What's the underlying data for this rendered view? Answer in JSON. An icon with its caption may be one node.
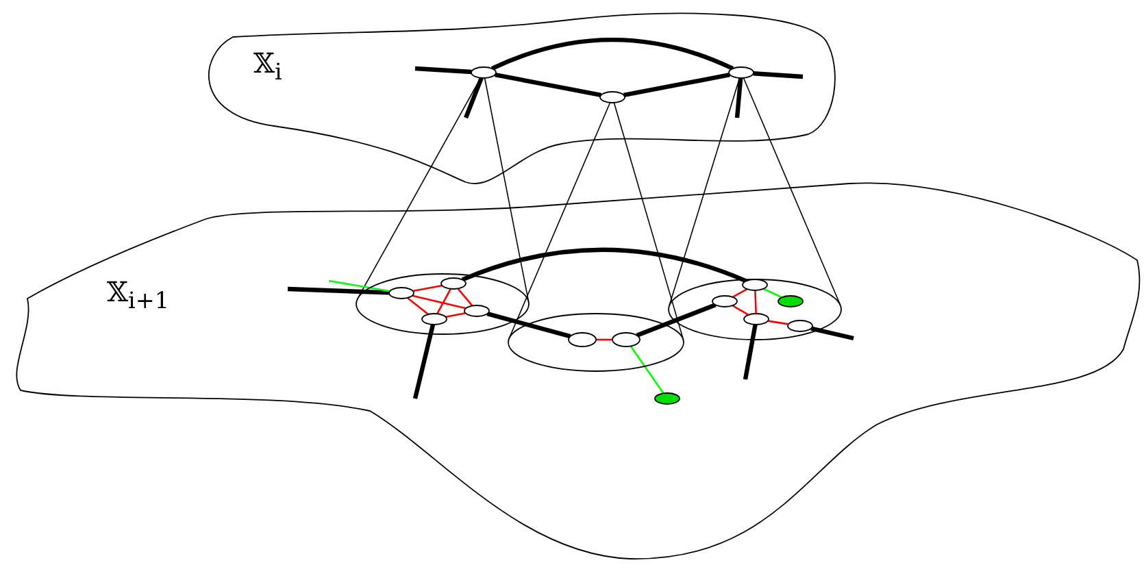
{
  "diagram": {
    "nodes": [
      {
        "text": [
          "𝕏$_{i}$"
        ]
      },
      {
        "text": [
          "𝕏$_{i+1}$"
        ]
      },
      {
        "text": [],
        "shape": "ellipse",
        "in": 0
      },
      {
        "text": [],
        "shape": "ellipse",
        "in": 0
      },
      {
        "text": [],
        "shape": "ellipse",
        "in": 0
      },
      {
        "text": [],
        "shape": "ellipse",
        "in": 1
      },
      {
        "text": [],
        "shape": "ellipse",
        "in": 1
      },
      {
        "text": [],
        "shape": "ellipse",
        "in": 1
      },
      {
        "text": [],
        "shape": "ellipse",
        "in": 5
      },
      {
        "text": [],
        "shape": "ellipse",
        "in": 5
      },
      {
        "text": [],
        "shape": "ellipse",
        "in": 5
      },
      {
        "text": [],
        "shape": "ellipse",
        "in": 5
      },
      {
        "text": [],
        "shape": "ellipse",
        "in": 6
      },
      {
        "text": [],
        "shape": "ellipse",
        "in": 6
      },
      {
        "text": [],
        "shape": "ellipse",
        "in": 7
      },
      {
        "text": [],
        "shape": "ellipse",
        "in": 7
      },
      {
        "text": [],
        "shape": "ellipse",
        "in": 7
      },
      {
        "text": [],
        "shape": "ellipse",
        "in": 7
      },
      {
        "text": [],
        "shape": "ellipse",
        "in": 7
      },
      {
        "text": [],
        "shape": "ellipse",
        "in": 1
      }
    ],
    "edges": [
      {
        "from": 2,
        "to": 4,
        "arrow": "none",
        "style": "thick"
      },
      {
        "from": 2,
        "to": 3,
        "arrow": "none",
        "style": "thick"
      },
      {
        "from": 3,
        "to": 4,
        "arrow": "none",
        "style": "thick"
      },
      {
        "from": null,
        "to": 2,
        "arrow": "none",
        "style": "thick"
      },
      {
        "from": 2,
        "to": null,
        "arrow": "none",
        "style": "thick"
      },
      {
        "from": 4,
        "to": null,
        "arrow": "none",
        "style": "thick"
      },
      {
        "from": 4,
        "to": null,
        "arrow": "none",
        "style": "thick"
      },
      {
        "from": 2,
        "to": 5,
        "arrow": "none"
      },
      {
        "from": 2,
        "to": 5,
        "arrow": "none"
      },
      {
        "from": 3,
        "to": 6,
        "arrow": "none"
      },
      {
        "from": 3,
        "to": 6,
        "arrow": "none"
      },
      {
        "from": 4,
        "to": 7,
        "arrow": "none"
      },
      {
        "from": 4,
        "to": 7,
        "arrow": "none"
      },
      {
        "from": 9,
        "to": 15,
        "arrow": "none",
        "style": "thick"
      },
      {
        "from": 10,
        "to": 12,
        "arrow": "none",
        "style": "thick"
      },
      {
        "from": 13,
        "to": 14,
        "arrow": "none",
        "style": "thick"
      },
      {
        "from": null,
        "to": 8,
        "arrow": "none",
        "style": "thick"
      },
      {
        "from": 11,
        "to": null,
        "arrow": "none",
        "style": "thick"
      },
      {
        "from": 16,
        "to": null,
        "arrow": "none",
        "style": "thick"
      },
      {
        "from": 17,
        "to": null,
        "arrow": "none",
        "style": "thick"
      },
      {
        "from": 8,
        "to": 9,
        "arrow": "none",
        "color": "#ff0000"
      },
      {
        "from": 8,
        "to": 10,
        "arrow": "none",
        "color": "#ff0000"
      },
      {
        "from": 8,
        "to": 11,
        "arrow": "none",
        "color": "#ff0000"
      },
      {
        "from": 9,
        "to": 10,
        "arrow": "none",
        "color": "#ff0000"
      },
      {
        "from": 9,
        "to": 11,
        "arrow": "none",
        "color": "#ff0000"
      },
      {
        "from": 10,
        "to": 11,
        "arrow": "none",
        "color": "#ff0000"
      },
      {
        "from": 12,
        "to": 13,
        "arrow": "none",
        "color": "#ff0000"
      },
      {
        "from": 14,
        "to": 15,
        "arrow": "none",
        "color": "#ff0000"
      },
      {
        "from": 14,
        "to": 16,
        "arrow": "none",
        "color": "#ff0000"
      },
      {
        "from": 15,
        "to": 16,
        "arrow": "none",
        "color": "#ff0000"
      },
      {
        "from": 16,
        "to": 17,
        "arrow": "none",
        "color": "#ff0000"
      },
      {
        "from": null,
        "to": 8,
        "arrow": "none",
        "color": "#00ff00"
      },
      {
        "from": 15,
        "to": 18,
        "arrow": "none",
        "color": "#00ff00"
      },
      {
        "from": 13,
        "to": 19,
        "arrow": "none",
        "color": "#00ff00"
      }
    ]
  }
}
